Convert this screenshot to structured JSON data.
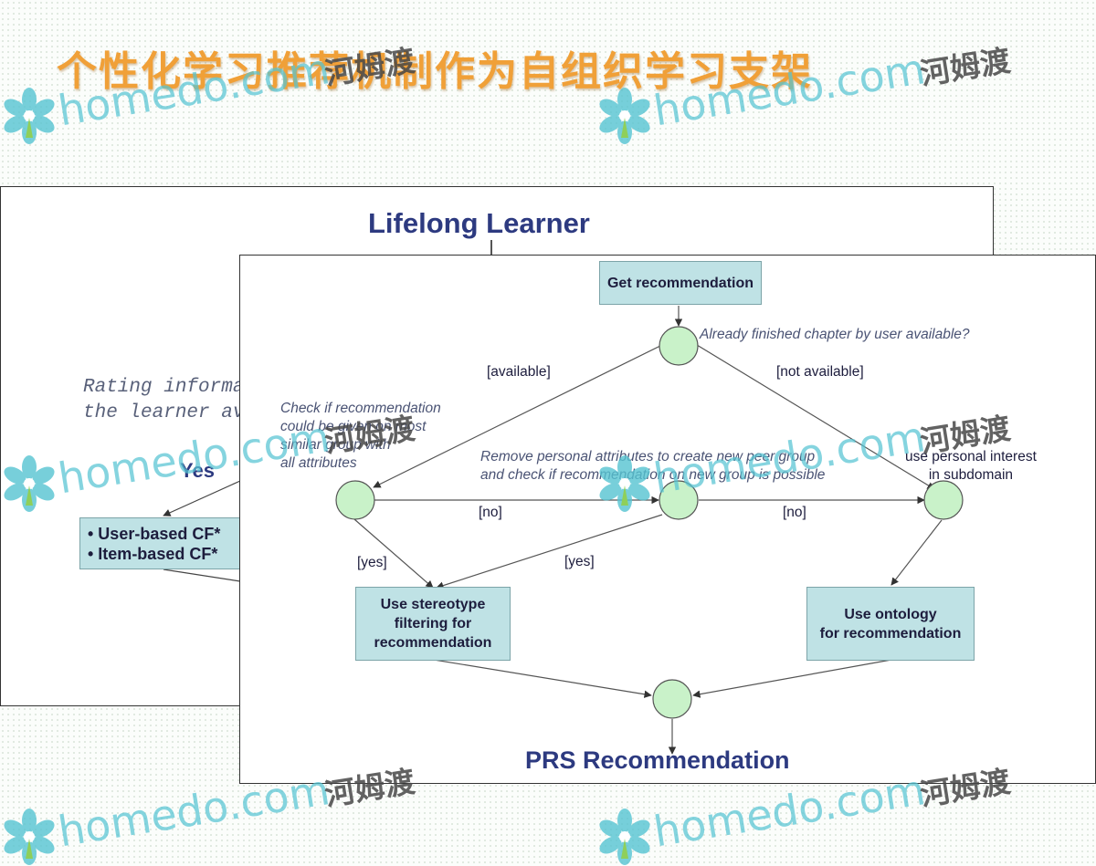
{
  "slide": {
    "title": "个性化学习推荐机制作为自组织学习支架"
  },
  "back_panel": {
    "top_label": "Lifelong Learner",
    "rating_text": "Rating informatio\nthe learner availa",
    "yes_label": "Yes",
    "cf_items": [
      "• User-based CF*",
      "• Item-based CF*"
    ]
  },
  "front_panel": {
    "get_recommendation": "Get recommendation",
    "question": "Already finished chapter by user available?",
    "available": "[available]",
    "not_available": "[not available]",
    "check_text": "Check if recommendation\ncould be given on most\nsimilar group with\nall attributes",
    "remove_text": "Remove personal attributes to create new peer group\nand check if recommendation on new group is possible",
    "interest_text": "use personal interest\n      in subdomain",
    "no_1": "[no]",
    "no_2": "[no]",
    "yes_1": "[yes]",
    "yes_2": "[yes]",
    "stereotype_box": "Use stereotype\nfiltering for\nrecommendation",
    "ontology_box": "Use ontology\nfor recommendation",
    "bottom_label": "PRS Recommendation"
  },
  "watermark": {
    "text": "homedo.com",
    "cn": "河姆渡"
  },
  "colors": {
    "title": "#f0a038",
    "box_fill": "#bfe2e5",
    "node_fill": "#c9f2c9",
    "heading": "#2d3a80",
    "watermark": "#56c4d2"
  }
}
